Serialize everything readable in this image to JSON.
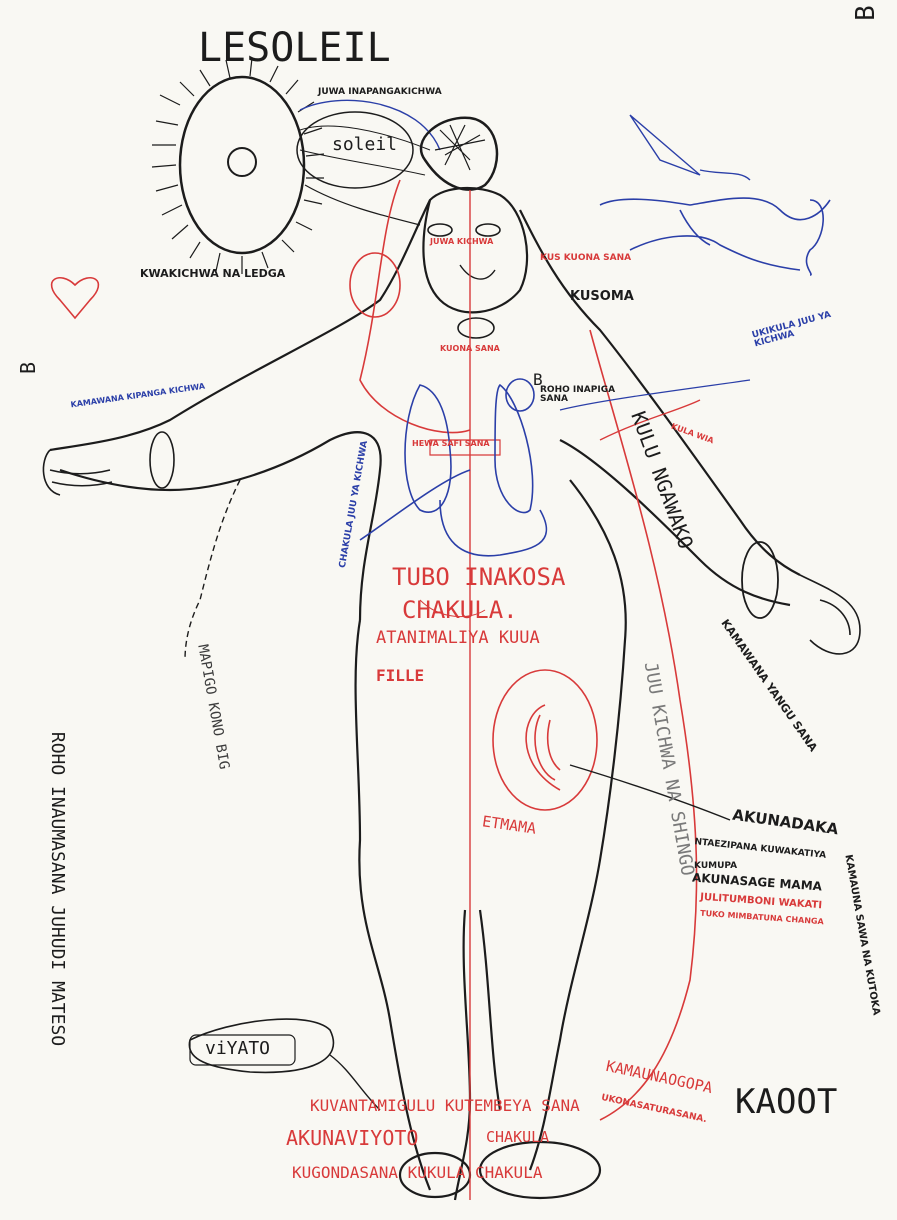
{
  "colors": {
    "black": "#1c1c1c",
    "red": "#d83a3a",
    "blue": "#2b3fa8",
    "paper": "#f9f8f3"
  },
  "labels": {
    "les_soleil": "LESOLEIL",
    "sun_note": "JUWA INAPANGAKICHWA",
    "soleil": "soleil",
    "kwakichwa": "KWAKICHWA NA LEDGA",
    "head_red": "KUS KUONA SANA",
    "kusoma": "KUSOMA",
    "eyes_red": "JUWA KICHWA",
    "mouth_red": "KUONA SANA",
    "ukikula": "UKIKULA JUU YA KICHWA",
    "kamawana_arm": "KAMAWANA KIPANGA KICHWA",
    "roho": "ROHO INAPIGA SANA",
    "heart_label": "B",
    "lungs_red": "HEWA SAFI SANA",
    "wrist_red": "KULA WIA",
    "chakula_blue": "CHAKULA JUU YA KICHWA",
    "belly1": "TUBO INAKOSA",
    "belly2": "CHAKULA.",
    "belly3": "ATANIMALIYA KUUA",
    "fille": "FILLE",
    "et_mama": "ETMAMA",
    "ku_ngawa": "KULU NGAWAKO",
    "kamawana_right": "KAMAWANA YANGU SANA",
    "side_vert": "JUU KICHWA NA SHINGO",
    "left_vert1": "ROHO INAUMASANA JUHUDI MATESO",
    "left_vert2": "MAPIGO KONO BIG",
    "akunadaka1": "AKUNADAKA",
    "akunadaka2": "NTAEZIPANA KUWAKATIYA",
    "akunadaka3": "KUMUPA",
    "akunadaka4": "AKUNASAGE MAMA",
    "julitu1": "JULITUMBONI WAKATI",
    "julitu2": "TUKO MIMBATUNA CHANGA",
    "right_vert_long": "KAMAUNA SAWA NA KUTOKA",
    "viyato": "viYATO",
    "kamawana_foot": "KAMAUNAOGOPA",
    "foot_note": "UKONASATURASANA.",
    "foot1": "KUVANTAMIGULU KUTEMBEYA SANA",
    "foot2": "AKUNAVIYOTO",
    "foot3": "CHAKULA",
    "foot4": "KUGONDASANA KUKULA CHAKULA",
    "kaoot": "KAOOT",
    "heart_mark": "B",
    "corner_mark": "B"
  }
}
